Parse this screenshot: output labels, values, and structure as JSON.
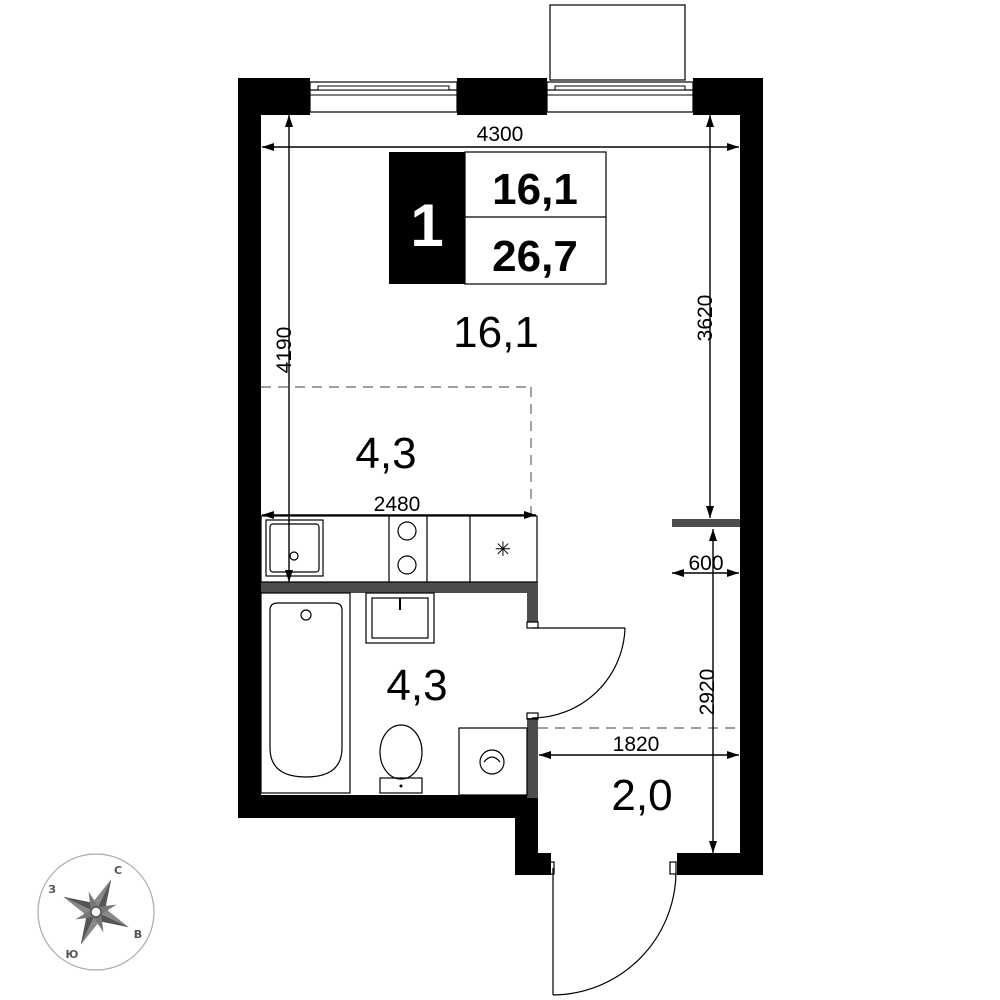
{
  "plan": {
    "rooms_count": "1",
    "living_area": "16,1",
    "total_area": "26,7",
    "rooms": {
      "main_room_area": "16,1",
      "kitchen_area": "4,3",
      "bathroom_area": "4,3",
      "hallway_area": "2,0"
    },
    "dimensions": {
      "overall_width": "4300",
      "room_height_left": "4190",
      "room_height_right": "3620",
      "kitchen_width": "2480",
      "wall_offset": "600",
      "hall_height": "2920",
      "hall_width": "1820"
    }
  },
  "compass": {
    "north": "С",
    "west": "З",
    "east": "В",
    "south": "Ю"
  },
  "colors": {
    "wall": "#000000",
    "partition": "#4d4d4d",
    "badge_fill": "#000000"
  }
}
